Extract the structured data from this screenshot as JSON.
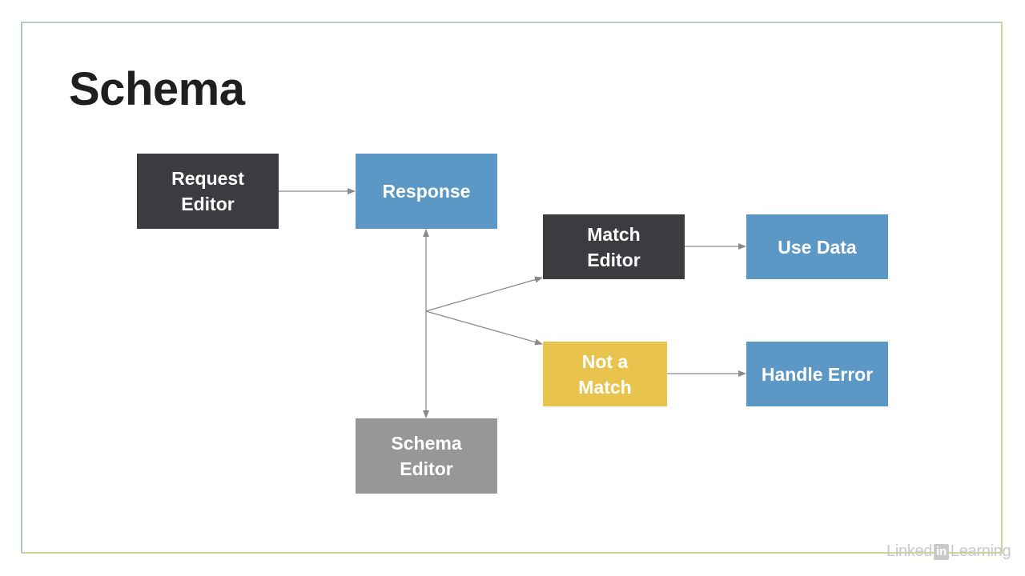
{
  "slide": {
    "title": "Schema",
    "nodes": {
      "request_editor": "Request\nEditor",
      "response": "Response",
      "match_editor": "Match\nEditor",
      "use_data": "Use Data",
      "not_a_match": "Not a\nMatch",
      "handle_error": "Handle Error",
      "schema_editor": "Schema\nEditor"
    },
    "colors": {
      "dark": "#3a3c40",
      "blue": "#5c98c5",
      "gray": "#979797",
      "yellow": "#e8c44f",
      "arrow": "#8a8a8a"
    }
  },
  "watermark": {
    "linked": "Linked",
    "in": "in",
    "learning": "Learning"
  }
}
